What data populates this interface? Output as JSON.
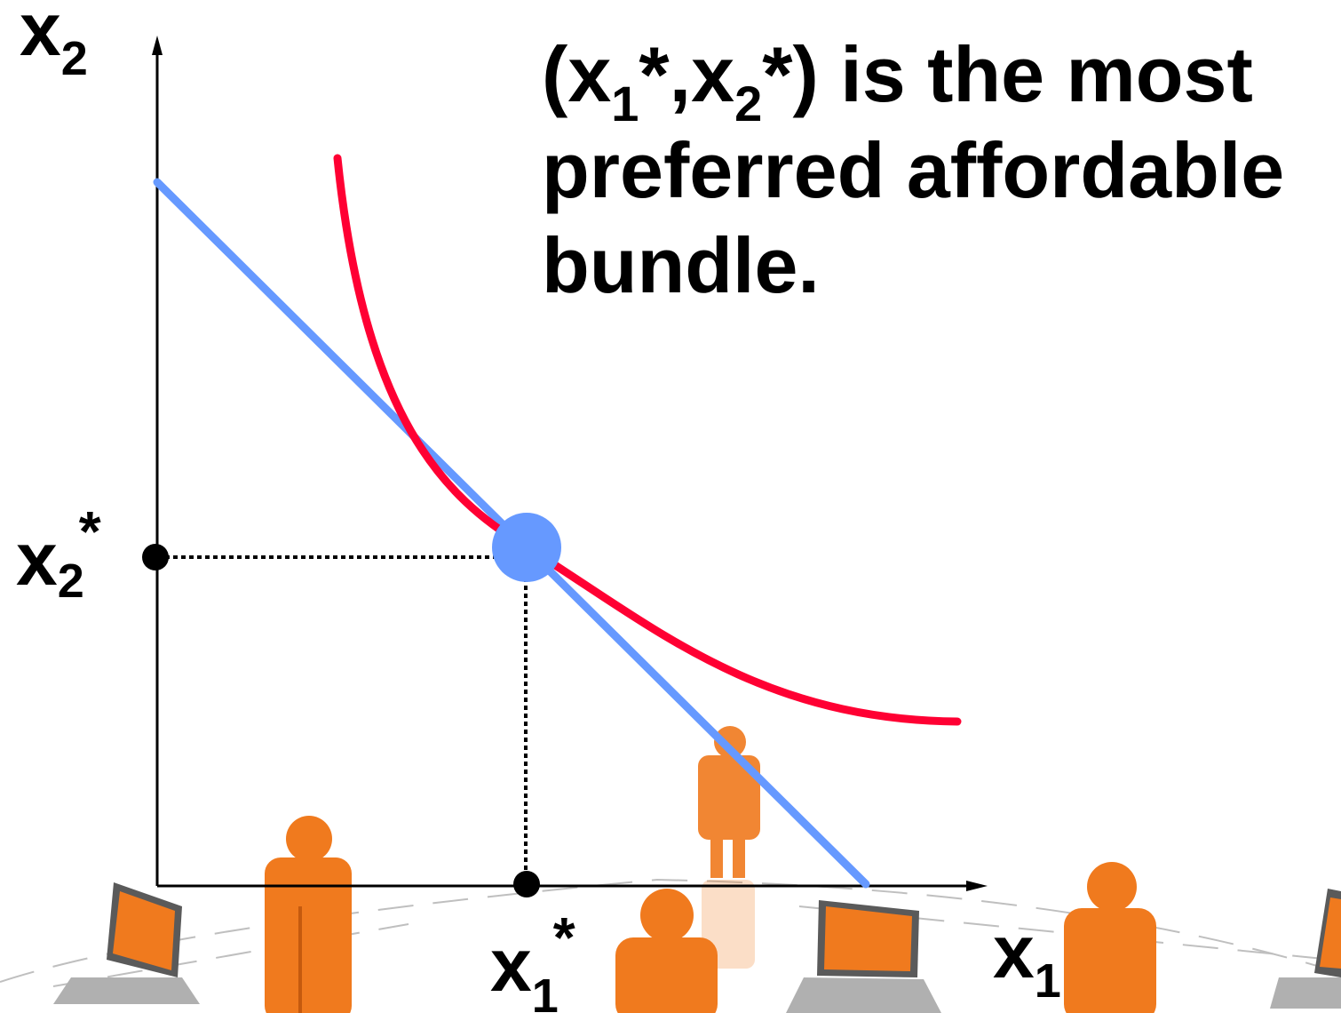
{
  "title": {
    "line1_var1": "x",
    "line1_sub1": "1",
    "line1_star1": "*",
    "line1_comma": ",",
    "line1_var2": "x",
    "line1_sub2": "2",
    "line1_star2": "*",
    "line1_open": "(",
    "line1_close": ")",
    "line1_rest": " is the most",
    "line2": "preferred affordable",
    "line3": "bundle."
  },
  "axes": {
    "y_var": "x",
    "y_sub": "2",
    "x_var": "x",
    "x_sub": "1"
  },
  "optimum_labels": {
    "x2_var": "x",
    "x2_sub": "2",
    "x2_star": "*",
    "x1_var": "x",
    "x1_sub": "1",
    "x1_star": "*"
  },
  "colors": {
    "budget_line": "#6699ff",
    "indifference_curve": "#ff0033",
    "optimum_point": "#6699ff",
    "background_figures": "#f07a1e",
    "axes": "#000000"
  },
  "background_icons": [
    "person-figure",
    "laptop",
    "network-ring"
  ]
}
